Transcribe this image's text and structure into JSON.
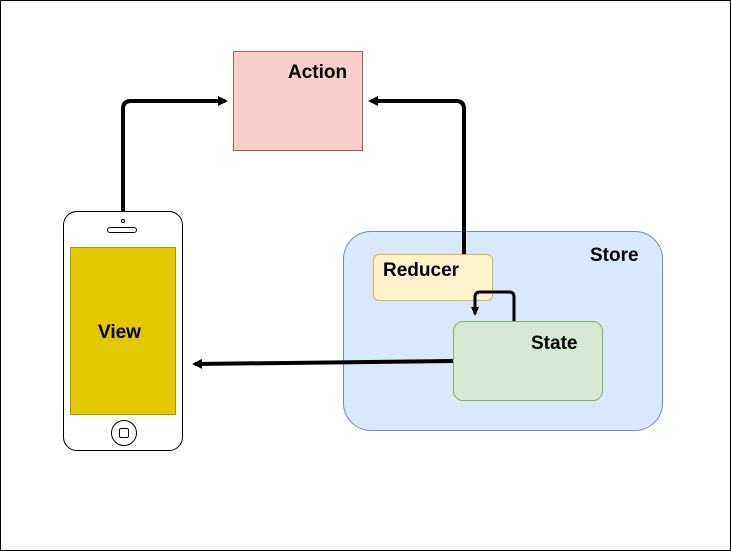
{
  "diagram": {
    "nodes": {
      "action": "Action",
      "store": "Store",
      "reducer": "Reducer",
      "state": "State",
      "view": "View"
    },
    "edges": [
      {
        "from": "view",
        "to": "action"
      },
      {
        "from": "reducer",
        "to": "action"
      },
      {
        "from": "state",
        "to": "state"
      },
      {
        "from": "state",
        "to": "view"
      }
    ],
    "colors": {
      "action_fill": "#f8cecc",
      "store_fill": "#dae8fc",
      "reducer_fill": "#fff2cc",
      "state_fill": "#d5e8d4",
      "view_screen_fill": "#e3c800",
      "arrow": "#000000"
    },
    "icons": {
      "view": "smartphone-icon"
    }
  }
}
